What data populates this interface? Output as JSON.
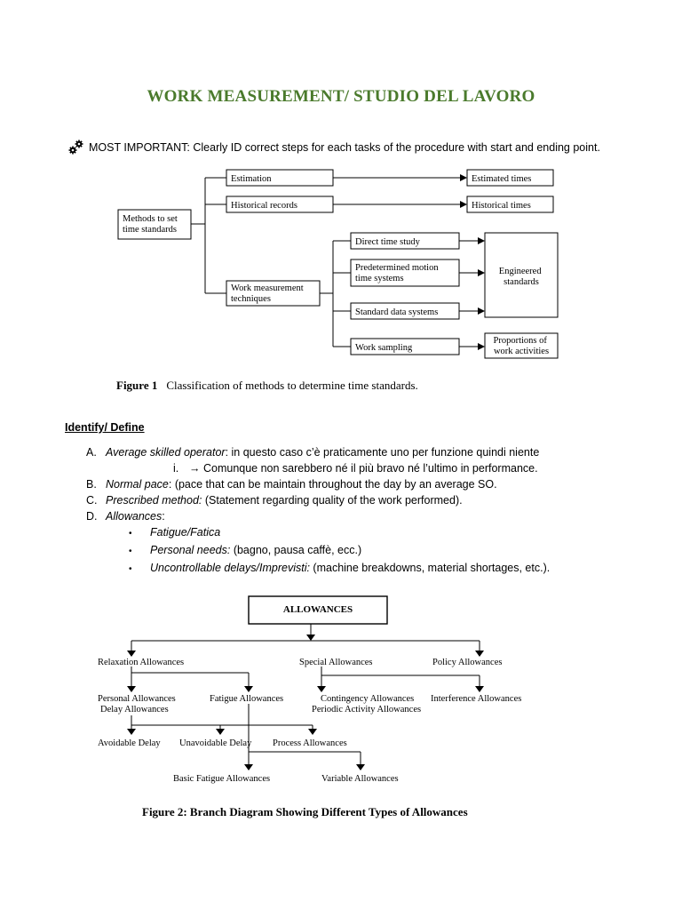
{
  "title": "WORK MEASUREMENT/ STUDIO DEL LAVORO",
  "note": "MOST IMPORTANT: Clearly ID correct steps for each tasks of the procedure with start and ending point.",
  "figure1": {
    "root": "Methods to set\ntime standards",
    "estimation": "Estimation",
    "historical": "Historical records",
    "work_measurement": "Work measurement\ntechniques",
    "estimated_times": "Estimated times",
    "historical_times": "Historical times",
    "direct": "Direct time study",
    "predetermined": "Predetermined motion\ntime systems",
    "standard_data": "Standard data systems",
    "sampling": "Work sampling",
    "engineered": "Engineered\nstandards",
    "proportions": "Proportions of\nwork activities",
    "caption_label": "Figure 1",
    "caption_text": "Classification of methods to determine time standards."
  },
  "section_heading": "Identify/ Define",
  "list": {
    "a_marker": "A.",
    "a_term": "Average skilled operator",
    "a_text": ": in questo caso c’è praticamente uno per funzione quindi niente",
    "a_sub_marker": "i.",
    "a_sub_text": "→ Comunque non sarebbero né il più bravo né l’ultimo in performance.",
    "b_marker": "B.",
    "b_term": "Normal pace",
    "b_text": ": (pace that can be maintain throughout the day by an average SO.",
    "c_marker": "C.",
    "c_term": "Prescribed method:",
    "c_text": " (Statement regarding quality of the work performed).",
    "d_marker": "D.",
    "d_term": "Allowances",
    "d_text": ":",
    "bullet_marker": "•",
    "bullets": [
      {
        "term": "Fatigue/Fatica",
        "text": ""
      },
      {
        "term": "Personal needs:",
        "text": " (bagno, pausa caffè, ecc.)"
      },
      {
        "term": "Uncontrollable delays/Imprevisti:",
        "text": " (machine breakdowns, material shortages, etc.)."
      }
    ]
  },
  "figure2": {
    "root": "ALLOWANCES",
    "relaxation": "Relaxation Allowances",
    "special": "Special Allowances",
    "policy": "Policy Allowances",
    "personal": "Personal Allowances",
    "delay": "Delay Allowances",
    "fatigue": "Fatigue Allowances",
    "contingency": "Contingency Allowances",
    "periodic": "Periodic Activity Allowances",
    "interference": "Interference Allowances",
    "avoidable": "Avoidable Delay",
    "unavoidable": "Unavoidable Delay",
    "process": "Process Allowances",
    "basic": "Basic Fatigue Allowances",
    "variable": "Variable Allowances",
    "caption": "Figure 2: Branch Diagram Showing Different Types of Allowances"
  }
}
